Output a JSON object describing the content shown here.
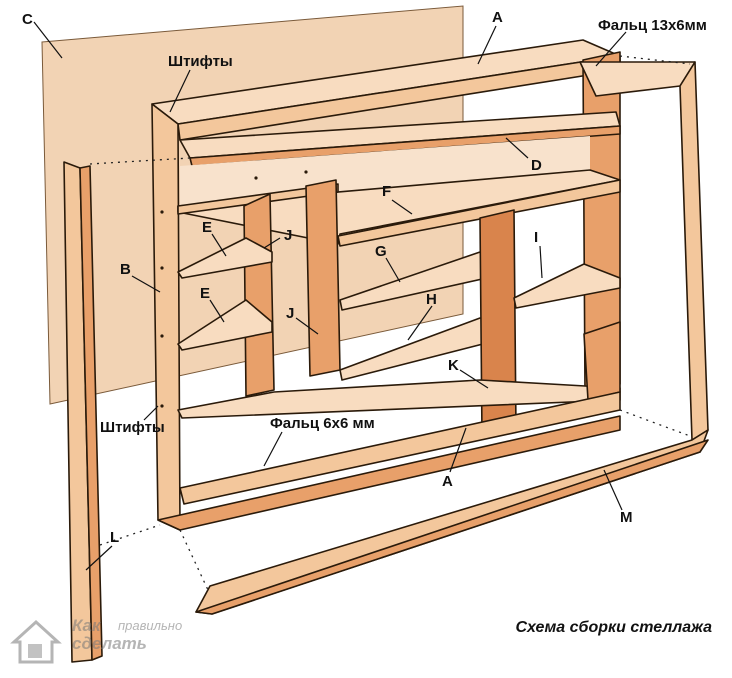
{
  "labels": {
    "c": "C",
    "a_top": "A",
    "rebate_top": "Фальц 13х6мм",
    "pins_top": "Штифты",
    "d": "D",
    "f": "F",
    "e_upper": "E",
    "j_upper": "J",
    "b": "B",
    "g": "G",
    "i": "I",
    "e_lower": "E",
    "h": "H",
    "j_lower": "J",
    "k": "K",
    "pins_bottom": "Штифты",
    "rebate_bottom": "Фальц 6х6 мм",
    "a_bottom": "A",
    "m": "M",
    "l": "L"
  },
  "caption": "Схема сборки стеллажа",
  "watermark": {
    "line1": "Как",
    "line2": "правильно",
    "line3": "сделать"
  },
  "colors": {
    "wood_face": "#f3c79c",
    "wood_light": "#f8dcc0",
    "wood_edge": "#e8a06a",
    "wood_dark": "#d9844c",
    "back_panel": "#f2d3b4",
    "line": "#2a1a0a"
  }
}
